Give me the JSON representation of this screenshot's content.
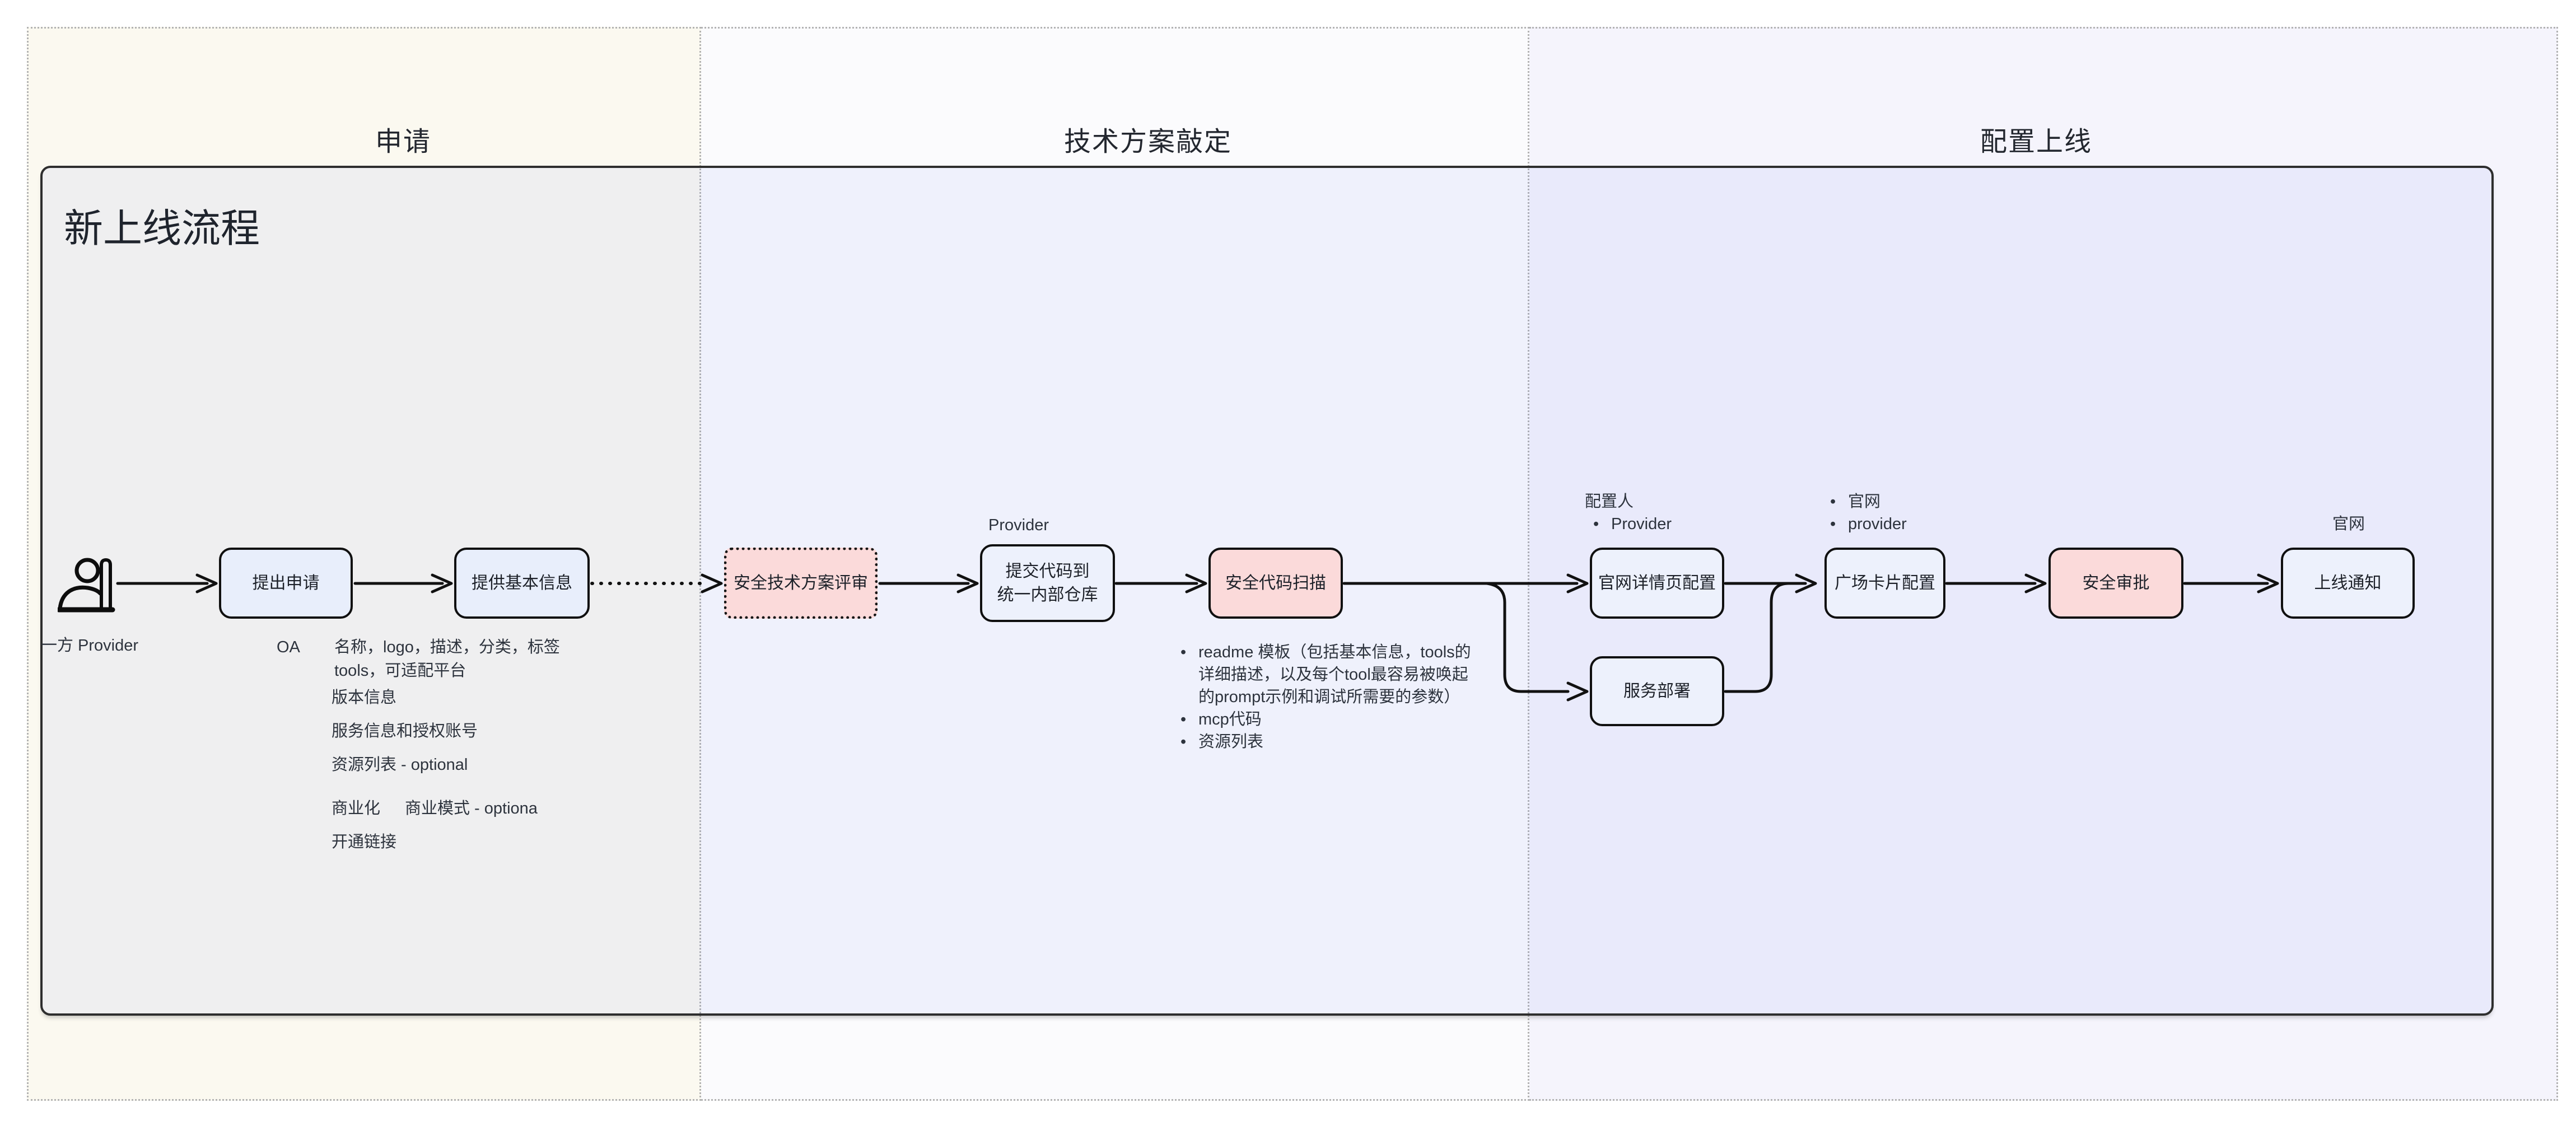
{
  "diagram": {
    "title": "新上线流程",
    "lanes": [
      {
        "label": "申请"
      },
      {
        "label": "技术方案敲定"
      },
      {
        "label": "配置上线"
      }
    ],
    "actor": {
      "label": "一方 Provider",
      "icon": "person-raising-hand-icon"
    },
    "nodes": {
      "raise_request": "提出申请",
      "provide_basic_info": "提供基本信息",
      "security_tech_review": "安全技术方案评审",
      "submit_code": "提交代码到\n统一内部仓库",
      "security_code_scan": "安全代码扫描",
      "website_detail_config": "官网详情页配置",
      "service_deploy": "服务部署",
      "plaza_card_config": "广场卡片配置",
      "security_approval": "安全审批",
      "launch_notice": "上线通知"
    },
    "labels": {
      "provider_above_submit": "Provider",
      "config_person": "配置人",
      "config_person_item": "Provider",
      "plaza_item_1": "官网",
      "plaza_item_2": "provider",
      "site_above_launch": "官网"
    },
    "apply_notes": {
      "oa": "OA",
      "basic_line1": "名称，logo，描述，分类，标签",
      "basic_line2": "tools，可适配平台",
      "basic_line3": "版本信息",
      "basic_line4": "服务信息和授权账号",
      "basic_line5": "资源列表 - optional",
      "biz": "商业化",
      "biz_mode": "商业模式 - optiona",
      "open_link": "开通链接"
    },
    "scan_outputs": [
      "readme 模板（包括基本信息，tools的详细描述，以及每个tool最容易被唤起的prompt示例和调试所需要的参数）",
      "mcp代码",
      "资源列表"
    ],
    "glyphs": {
      "bullet": "•"
    },
    "colors": {
      "lane_apply_bg": "#fbf9f0",
      "lane_tech_bg": "#fbfbfd",
      "lane_launch_bg": "#f5f4fc",
      "container_tint": "rgba(82,110,235,0.07)",
      "node_blue": "#e8eefb",
      "node_light": "#edf1fc",
      "node_pink": "#fbdada",
      "stroke": "#111111"
    }
  }
}
